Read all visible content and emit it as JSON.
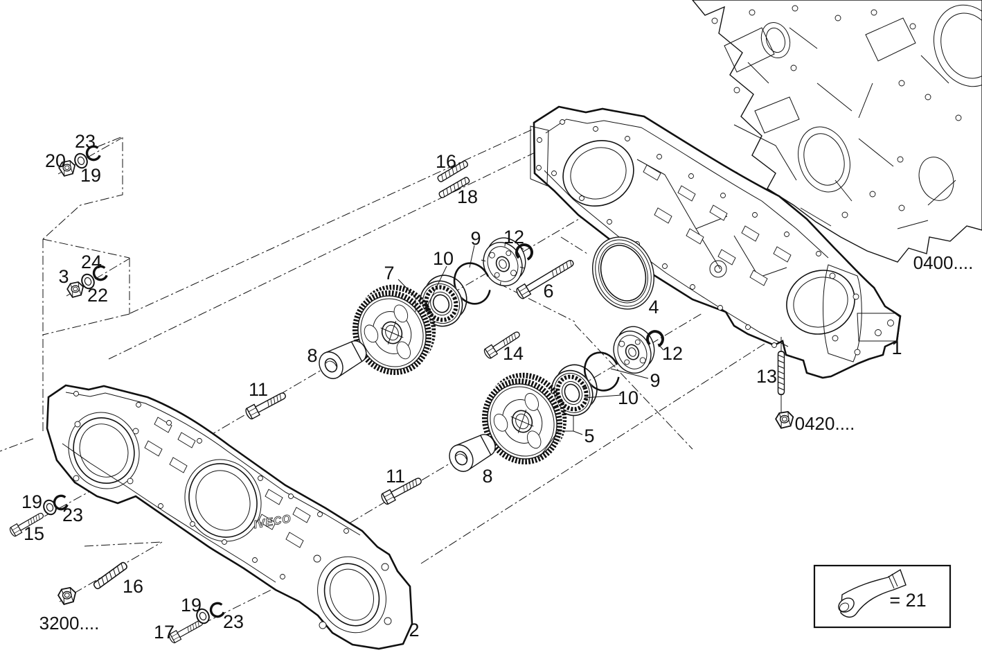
{
  "brand": "IVECO",
  "colors": {
    "line": "#111111",
    "background": "#ffffff"
  },
  "callouts": {
    "c20": "20",
    "c23a": "23",
    "c19a": "19",
    "c3": "3",
    "c24": "24",
    "c22": "22",
    "c16a": "16",
    "c18": "18",
    "c7": "7",
    "c10a": "10",
    "c9a": "9",
    "c12a": "12",
    "c6": "6",
    "c4": "4",
    "c14": "14",
    "c12b": "12",
    "c9b": "9",
    "c10b": "10",
    "c5": "5",
    "c8a": "8",
    "c8b": "8",
    "c11a": "11",
    "c11b": "11",
    "c13": "13",
    "c1": "1",
    "c2": "2",
    "c15": "15",
    "c19b": "19",
    "c23b": "23",
    "c16b": "16",
    "c17": "17",
    "c19c": "19",
    "c23c": "23"
  },
  "refs": {
    "engine_block": "0400....",
    "timing_case_nut": "0420....",
    "front_cover": "3200...."
  },
  "legend": {
    "sealant_equals": "= 21"
  }
}
